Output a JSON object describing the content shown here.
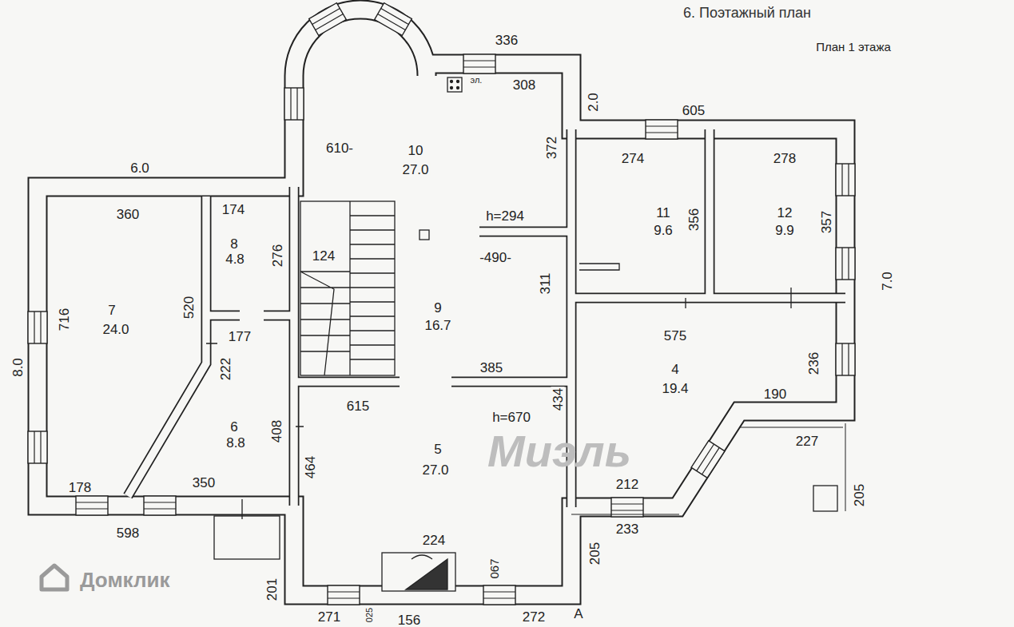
{
  "diagram": {
    "title": "6. Поэтажный план",
    "labels": [
      "План 1 этажа",
      "336",
      "эл.",
      "308",
      "2.0",
      "605",
      "6.0",
      "610-",
      "10",
      "27.0",
      "372",
      "274",
      "278",
      "360",
      "174",
      "h=294",
      "11",
      "9.6",
      "356",
      "12",
      "9.9",
      "357",
      "8",
      "4.8",
      "276",
      "124",
      "-490-",
      "7.0",
      "716",
      "7",
      "24.0",
      "520",
      "9",
      "16.7",
      "311",
      "177",
      "575",
      "222",
      "385",
      "8.0",
      "236",
      "4",
      "19.4",
      "434",
      "190",
      "615",
      "408",
      "6",
      "8.8",
      "h=670",
      "227",
      "5",
      "27.0",
      "464",
      "205",
      "212",
      "350",
      "178",
      "598",
      "233",
      "224",
      "067",
      "205",
      "201",
      "271",
      "025",
      "156",
      "272",
      "A",
      "Миэль",
      "Домклик"
    ]
  }
}
